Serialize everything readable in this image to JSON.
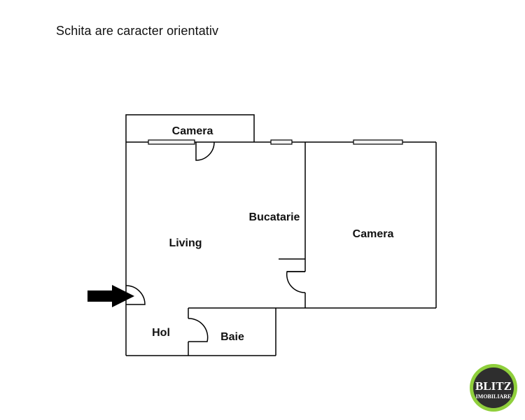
{
  "note": "Schita are caracter orientativ",
  "rooms": {
    "camera_top": "Camera",
    "bucatarie": "Bucatarie",
    "living": "Living",
    "camera_right": "Camera",
    "hol": "Hol",
    "baie": "Baie"
  },
  "logo": {
    "main": "BLITZ",
    "sub": "IMOBILIARE"
  },
  "icons": {
    "entrance": "arrow-right-icon"
  },
  "colors": {
    "wall": "#000000",
    "window_fill": "#f2f2f2",
    "background": "#ffffff",
    "logo_ring": "#8fcf3c",
    "logo_disc": "#2e2e2e"
  }
}
